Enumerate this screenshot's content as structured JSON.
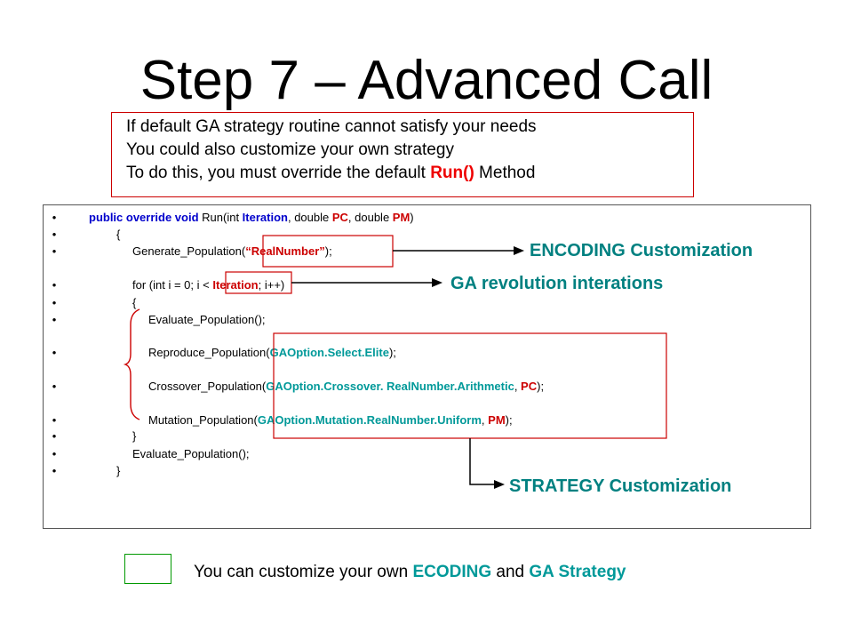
{
  "slide": {
    "title": "Step 7 – Advanced Call",
    "intro": {
      "line1": "If default GA strategy routine cannot satisfy your needs",
      "line2": "You could also customize your own strategy",
      "line3_prefix": "To do this, you must override the default ",
      "line3_method": "Run()",
      "line3_suffix": " Method"
    },
    "code": {
      "bullet": "•",
      "l1": {
        "kw": "public override void",
        "a": " Run(int ",
        "p1": "Iteration",
        "b": ", double ",
        "p2": "PC",
        "c": ", double ",
        "p3": "PM",
        "d": ")"
      },
      "l2": "{",
      "l3": {
        "a": "Generate_Population(",
        "s": "“RealNumber”",
        "b": ");"
      },
      "l4": {
        "a": "for (int i = 0; i < ",
        "p": "Iteration",
        "b": "; i++)"
      },
      "l5": "{",
      "l6": "Evaluate_Population();",
      "l7": {
        "a": "Reproduce_Population(",
        "o": "GAOption.Select.Elite",
        "b": ");"
      },
      "l8": {
        "a": "Crossover_Population(",
        "o": "GAOption.Crossover. RealNumber.Arithmetic",
        "c": ", ",
        "p": "PC",
        "b": ");"
      },
      "l9": {
        "a": "Mutation_Population(",
        "o": "GAOption.Mutation.RealNumber.Uniform",
        "c": ", ",
        "p": "PM",
        "b": ");"
      },
      "l10": "}",
      "l11": "Evaluate_Population();",
      "l12": "}"
    },
    "annotations": {
      "encoding": "ENCODING Customization",
      "iterations": "GA revolution interations",
      "strategy": "STRATEGY Customization"
    },
    "bottom": {
      "prefix": "You can customize your own ",
      "encoding": "ECODING",
      "middle": " and ",
      "strategy": "GA Strategy"
    },
    "colors": {
      "red": "#ee0000",
      "blue": "#0000cc",
      "teal": "#009999",
      "green_box": "#009900"
    }
  }
}
